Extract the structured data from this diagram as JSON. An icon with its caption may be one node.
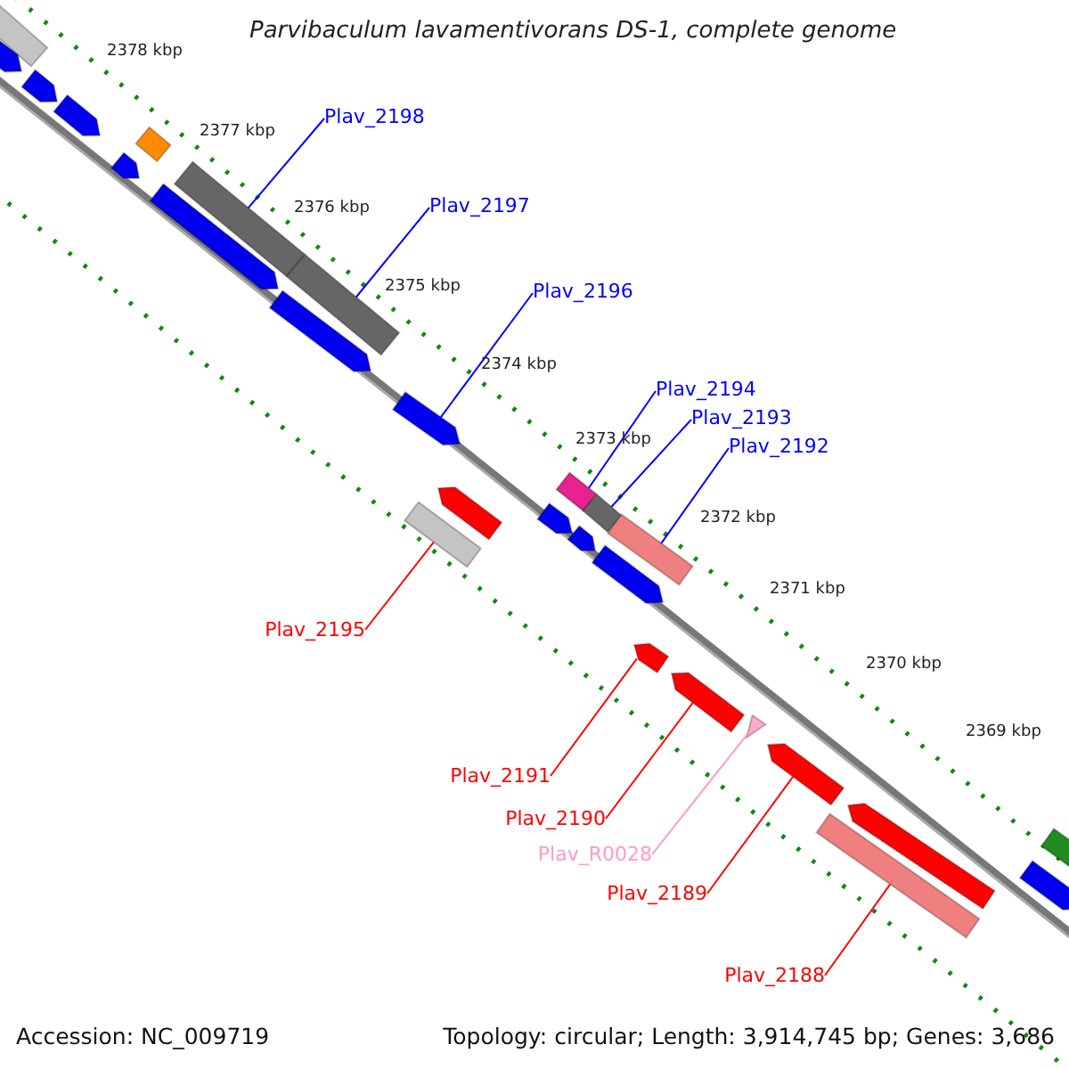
{
  "diagram": {
    "title": "Parvibaculum lavamentivorans DS-1, complete genome",
    "nodes": [
      {
        "text": [
          "Plav_2198"
        ]
      },
      {
        "text": [
          "Plav_2197"
        ]
      },
      {
        "text": [
          "Plav_2196"
        ]
      },
      {
        "text": [
          "Plav_2194"
        ]
      },
      {
        "text": [
          "Plav_2193"
        ]
      },
      {
        "text": [
          "Plav_2192"
        ]
      },
      {
        "text": [
          "Plav_2195"
        ]
      },
      {
        "text": [
          "Plav_2191"
        ]
      },
      {
        "text": [
          "Plav_2190"
        ]
      },
      {
        "text": [
          "Plav_R0028"
        ]
      },
      {
        "text": [
          "Plav_2189"
        ]
      },
      {
        "text": [
          "Plav_2188"
        ]
      },
      {
        "text": [],
        "shape": "bar"
      },
      {
        "text": [],
        "shape": "bar"
      },
      {
        "text": [],
        "shape": "bar"
      },
      {
        "text": [],
        "shape": "bar"
      },
      {
        "text": [],
        "shape": "bar"
      },
      {
        "text": [],
        "shape": "bar"
      },
      {
        "text": [],
        "shape": "bar"
      },
      {
        "text": [],
        "shape": "bar"
      },
      {
        "text": [],
        "shape": "bar"
      },
      {
        "text": [],
        "shape": "triangle"
      },
      {
        "text": [],
        "shape": "bar"
      },
      {
        "text": [],
        "shape": "bar"
      },
      {
        "text": [],
        "shape": "bar"
      },
      {
        "text": [],
        "shape": "bar"
      },
      {
        "text": [],
        "shape": "bar"
      },
      {
        "text": [],
        "shape": "bar"
      },
      {
        "text": [],
        "shape": "bar"
      },
      {
        "text": [],
        "shape": "bar"
      },
      {
        "text": [],
        "shape": "bar"
      },
      {
        "text": [],
        "shape": "bar"
      },
      {
        "text": [],
        "shape": "bar"
      },
      {
        "text": [],
        "shape": "bar"
      },
      {
        "text": [],
        "shape": "bar"
      },
      {
        "text": [],
        "shape": "bar"
      },
      {
        "text": [],
        "shape": "bar"
      },
      {
        "text": [],
        "shape": "bar"
      },
      {
        "text": [],
        "shape": "bar"
      }
    ],
    "edges": [
      {
        "from": 0,
        "to": 12,
        "arrow": "none"
      },
      {
        "from": 1,
        "to": 13,
        "arrow": "none"
      },
      {
        "from": 2,
        "to": 14,
        "arrow": "none"
      },
      {
        "from": 3,
        "to": 15,
        "arrow": "none"
      },
      {
        "from": 4,
        "to": 16,
        "arrow": "none"
      },
      {
        "from": 5,
        "to": 17,
        "arrow": "none"
      },
      {
        "from": 6,
        "to": 18,
        "arrow": "none",
        "color": "#ff0000"
      },
      {
        "from": 7,
        "to": 19,
        "arrow": "none",
        "color": "#ff0000"
      },
      {
        "from": 8,
        "to": 20,
        "arrow": "none",
        "color": "#ff0000"
      },
      {
        "from": 9,
        "to": 21,
        "arrow": "none",
        "color": "#ff99cc"
      },
      {
        "from": 10,
        "to": 22,
        "arrow": "none",
        "color": "#ff0000"
      },
      {
        "from": 11,
        "to": 23,
        "arrow": "none",
        "color": "#ff0000"
      }
    ],
    "labels": [
      "2378 kbp",
      "2377 kbp",
      "2376 kbp",
      "2375 kbp",
      "2374 kbp",
      "2373 kbp",
      "2372 kbp",
      "2371 kbp",
      "2370 kbp",
      "2369 kbp",
      "Accession: NC_009719",
      "Topology: circular; Length: 3,914,745 bp; Genes: 3,686"
    ]
  }
}
